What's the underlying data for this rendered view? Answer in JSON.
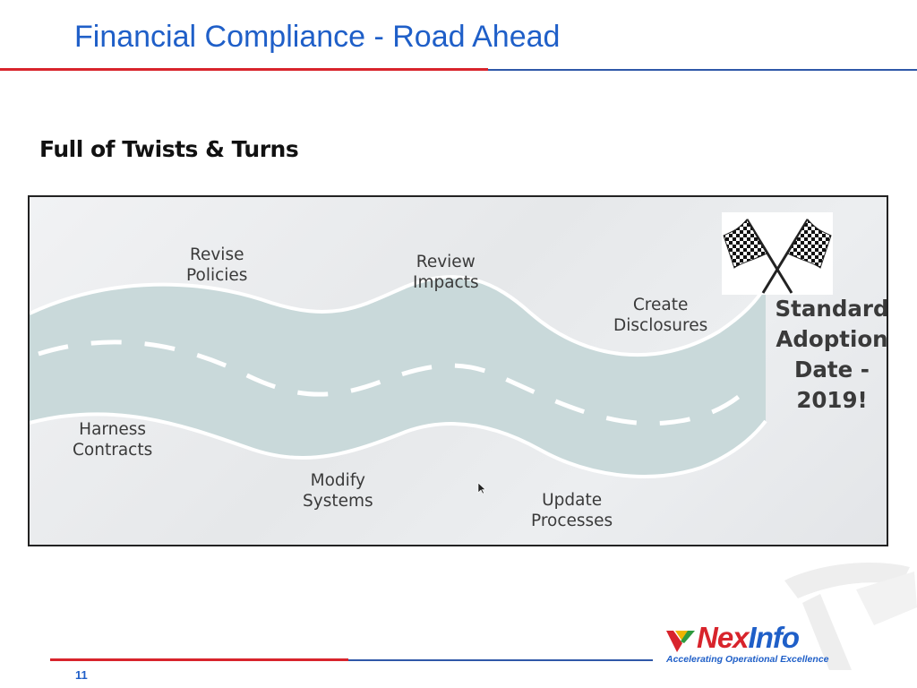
{
  "slide": {
    "title": "Financial Compliance - Road Ahead",
    "subtitle": "Full of Twists & Turns",
    "page_number": "11"
  },
  "road": {
    "steps": {
      "harness": [
        "Harness",
        "Contracts"
      ],
      "revise": [
        "Revise",
        "Policies"
      ],
      "modify": [
        "Modify",
        "Systems"
      ],
      "review": [
        "Review",
        "Impacts"
      ],
      "update": [
        "Update",
        "Processes"
      ],
      "create": [
        "Create",
        "Disclosures"
      ]
    },
    "destination": [
      "Standard",
      "Adoption",
      "Date -",
      "2019!"
    ]
  },
  "logo": {
    "name_part1": "Nex",
    "name_part2": "Info",
    "tagline": "Accelerating Operational Excellence"
  },
  "colors": {
    "title_blue": "#1f5fc8",
    "accent_red": "#d8242c",
    "road_fill": "#c9d9da"
  },
  "icons": [
    "checkered-flags-icon",
    "mouse-cursor-icon",
    "nexinfo-logo-icon",
    "watermark-icon"
  ]
}
